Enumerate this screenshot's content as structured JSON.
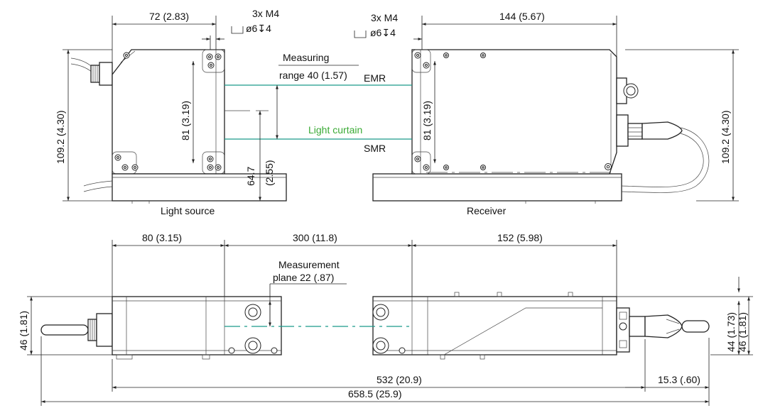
{
  "labels": {
    "top_width_source": "72 (2.83)",
    "top_width_receiver": "144 (5.67)",
    "thread_source_a": "3x M4",
    "thread_source_b": "ø6↧4",
    "thread_receiver_a": "3x M4",
    "thread_receiver_b": "ø6↧4",
    "measuring_range_a": "Measuring",
    "measuring_range_b": "range 40 (1.57)",
    "emr": "EMR",
    "light_curtain": "Light curtain",
    "smr": "SMR",
    "height_left": "109.2 (4.30)",
    "height_right": "109.2 (4.30)",
    "window_source": "81 (3.19)",
    "window_receiver": "81 (3.19)",
    "axis_height_a": "64.7",
    "axis_height_b": "(2.55)",
    "light_source": "Light source",
    "receiver": "Receiver",
    "bottom_source": "80 (3.15)",
    "bottom_gap": "300 (11.8)",
    "bottom_receiver": "152 (5.98)",
    "measurement_plane_a": "Measurement",
    "measurement_plane_b": "plane 22 (.87)",
    "depth_left": "46 (1.81)",
    "depth_right_a": "44 (1.73)",
    "depth_right_b": "46 (1.81)",
    "connector_length": "15.3 (.60)",
    "overall_532": "532 (20.9)",
    "overall_658": "658.5 (25.9)"
  },
  "colors": {
    "beam": "#1a9b8a",
    "light_curtain_text": "#3aaa35",
    "line": "#222222"
  }
}
